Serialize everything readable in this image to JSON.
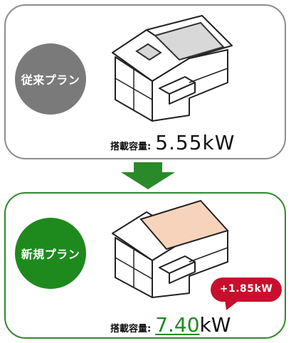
{
  "old_plan": {
    "badge": "従来プラン",
    "capacity_label": "搭載容量:",
    "capacity_value": "5.55kW"
  },
  "new_plan": {
    "badge": "新規プラン",
    "capacity_label": "搭載容量:",
    "capacity_number": "7.40",
    "capacity_unit": "kW",
    "increase": "+1.85kW"
  },
  "colors": {
    "old_accent": "#7a7a7a",
    "new_accent": "#1e8a1e",
    "panel_fill": "#f8d3bb",
    "bubble": "#c8102e"
  }
}
